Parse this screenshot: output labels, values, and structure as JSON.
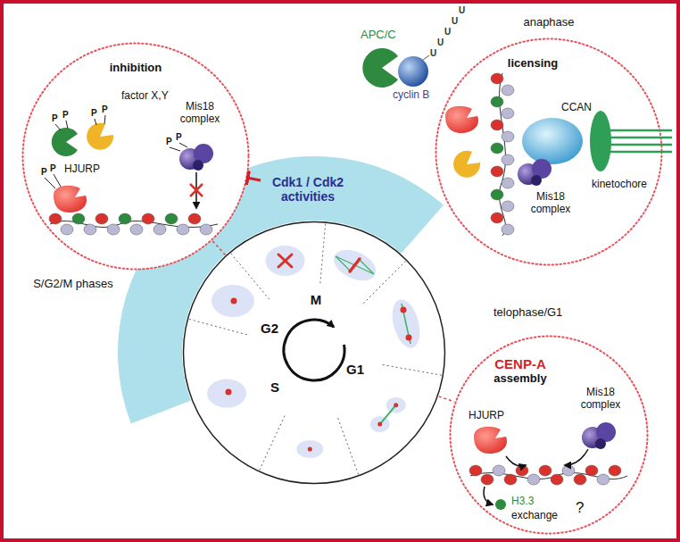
{
  "diagram": {
    "nodes": [
      {
        "text": [
          "inhibition",
          "factor X,Y",
          "Mis18 complex",
          "HJURP",
          "S/G2/M phases"
        ]
      },
      {
        "text": [
          "Cdk1 / Cdk2 activities"
        ]
      },
      {
        "text": [
          "anaphase",
          "licensing",
          "CCAN",
          "kinetochore",
          "Mis18 complex"
        ]
      },
      {
        "text": [
          "M",
          "G2",
          "G1",
          "S"
        ]
      },
      {
        "text": [
          "telophase/G1",
          "CENP-A",
          "assembly",
          "HJURP",
          "Mis18 complex",
          "H3.3",
          "exchange",
          "?"
        ]
      }
    ],
    "edges": [
      {
        "from": 1,
        "to": 0,
        "arrow": "to"
      },
      {
        "from": 3,
        "to": 0,
        "arrow": "none"
      },
      {
        "from": 3,
        "to": 4,
        "arrow": "none"
      }
    ],
    "labels": [
      "APC/C",
      "cyclin B",
      "U",
      "U",
      "U",
      "U",
      "U",
      "P",
      "P",
      "P",
      "P",
      "P",
      "P",
      "P",
      "P"
    ]
  }
}
